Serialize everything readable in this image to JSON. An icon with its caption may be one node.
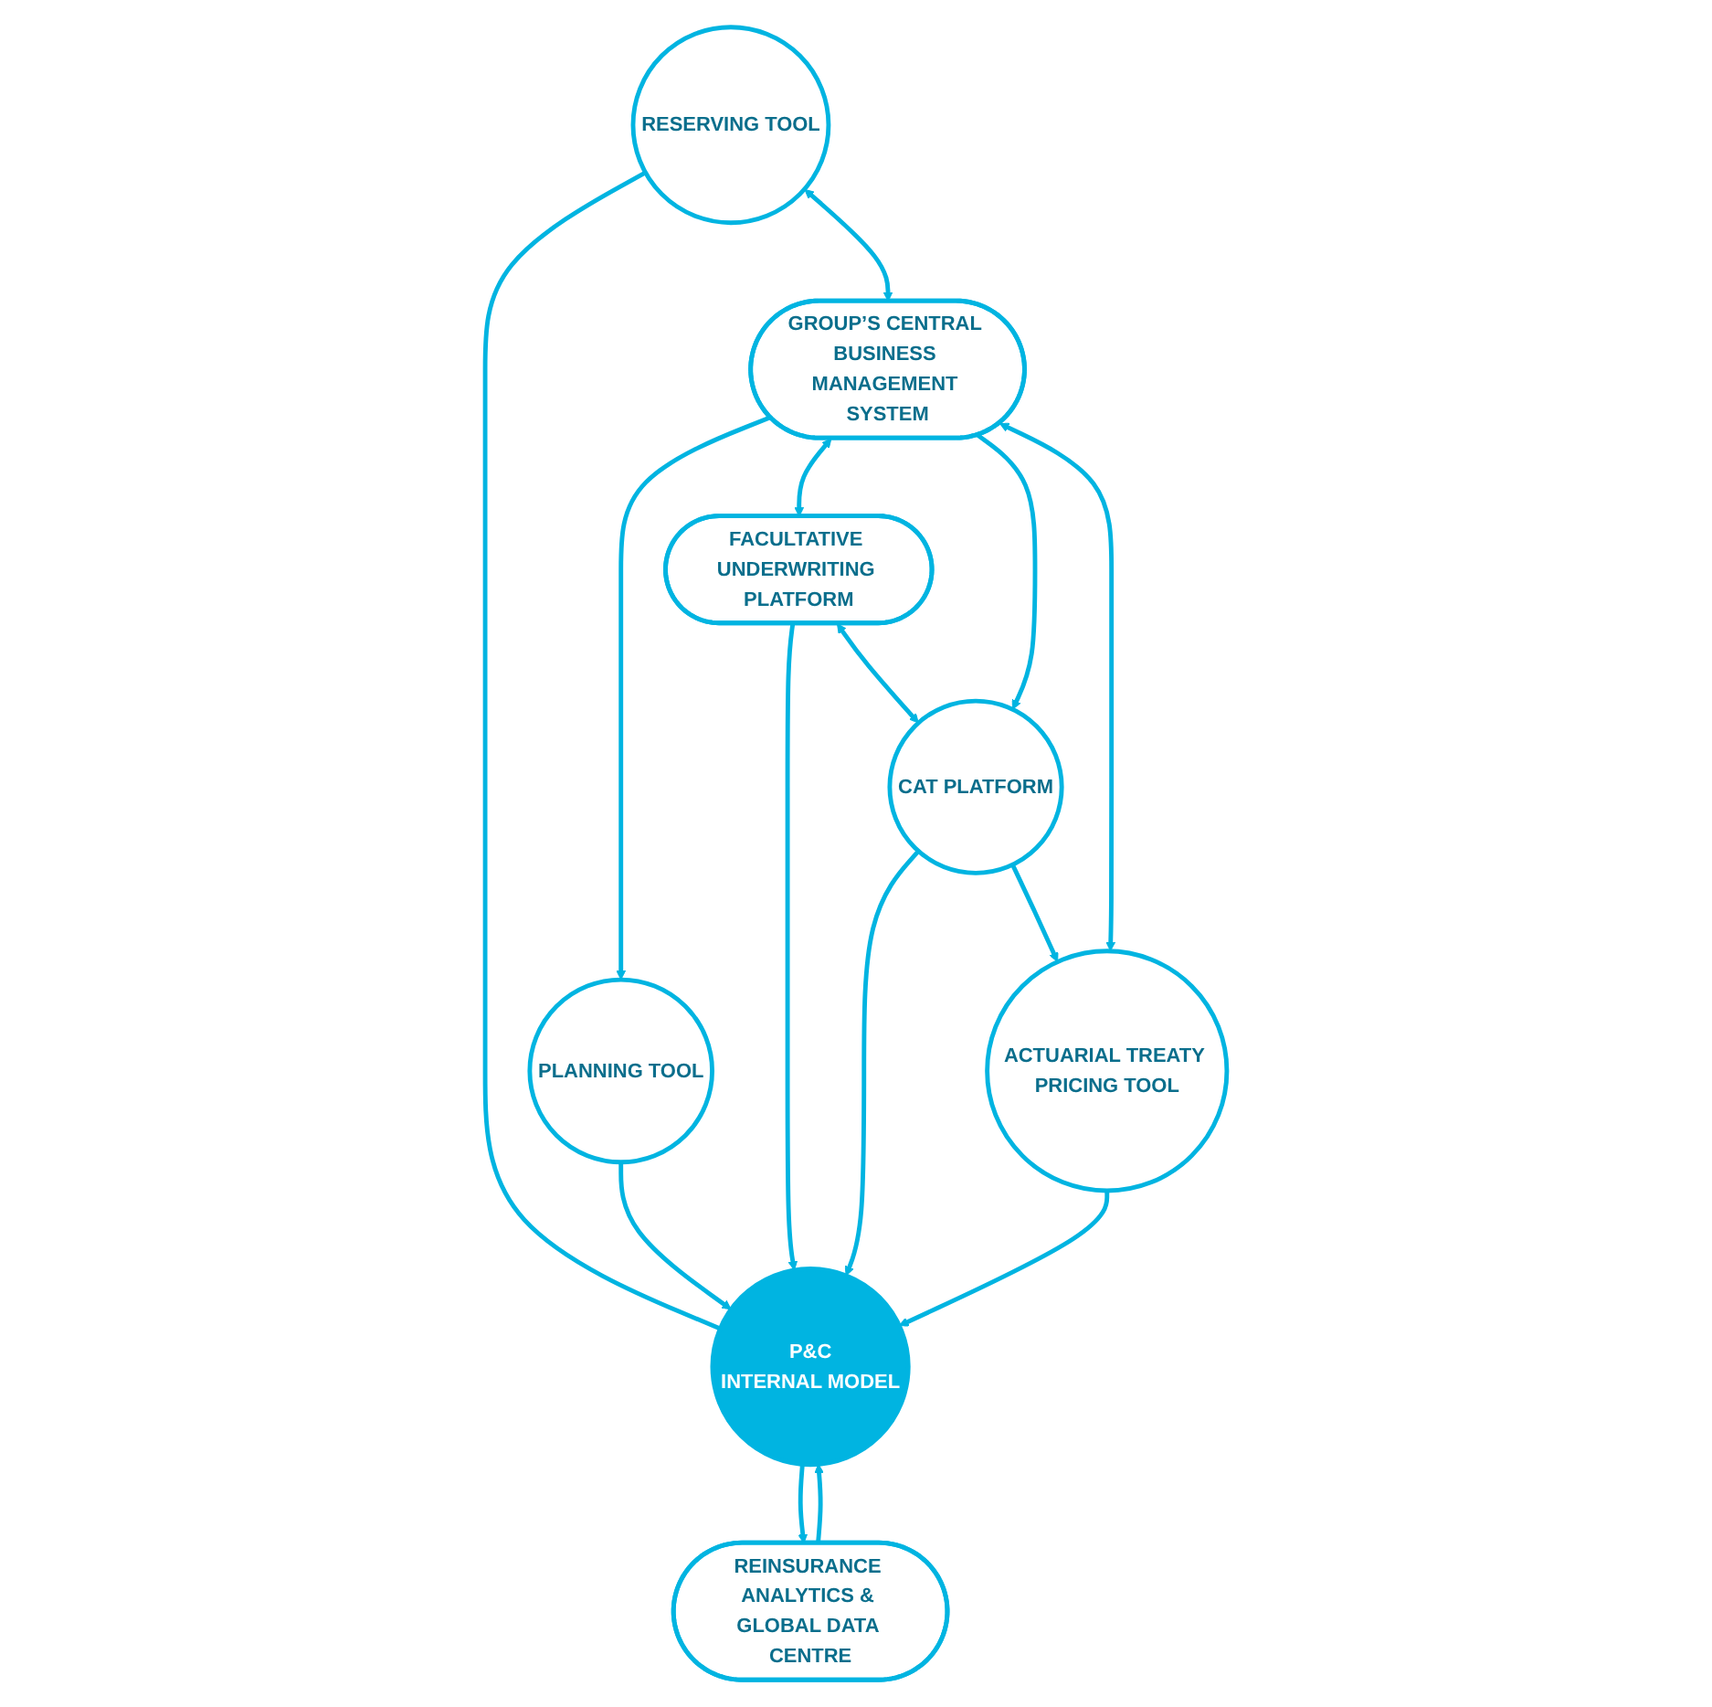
{
  "diagram": {
    "nodes": [
      {
        "text": [
          "P&C",
          "INTERNAL MODEL"
        ]
      },
      {
        "text": [
          "PLANNING TOOL"
        ]
      },
      {
        "text": [
          "RESERVING TOOL"
        ]
      },
      {
        "text": [
          "FACULTATIVE UNDERWRITING PLATFORM"
        ]
      },
      {
        "text": [
          "GROUP’S CENTRAL BUSINESS MANAGEMENT SYSTEM"
        ]
      },
      {
        "text": [
          "ACTUARIAL TREATY PRICING TOOL"
        ]
      },
      {
        "text": [
          "CAT PLATFORM"
        ]
      },
      {
        "text": [
          "REINSURANCE ANALYTICS & GLOBAL DATA CENTRE"
        ]
      }
    ],
    "edges": [
      {
        "from": 1,
        "to": 0,
        "arrow": "to"
      },
      {
        "from": 0,
        "to": 7,
        "arrow": "to"
      },
      {
        "from": 5,
        "to": 0,
        "arrow": "to"
      },
      {
        "from": 2,
        "to": 0,
        "arrow": "none"
      },
      {
        "from": 3,
        "to": 0,
        "arrow": "to"
      },
      {
        "from": 7,
        "to": 0,
        "arrow": "to"
      },
      {
        "from": 6,
        "to": 0,
        "arrow": "to"
      },
      {
        "from": 4,
        "to": 1,
        "arrow": "to"
      },
      {
        "from": 2,
        "to": 4,
        "arrow": "both"
      },
      {
        "from": 4,
        "to": 3,
        "arrow": "both"
      },
      {
        "from": 3,
        "to": 6,
        "arrow": "both"
      },
      {
        "from": 4,
        "to": 6,
        "arrow": "to"
      },
      {
        "from": 4,
        "to": 5,
        "arrow": "both"
      },
      {
        "from": 6,
        "to": 5,
        "arrow": "to"
      }
    ]
  }
}
